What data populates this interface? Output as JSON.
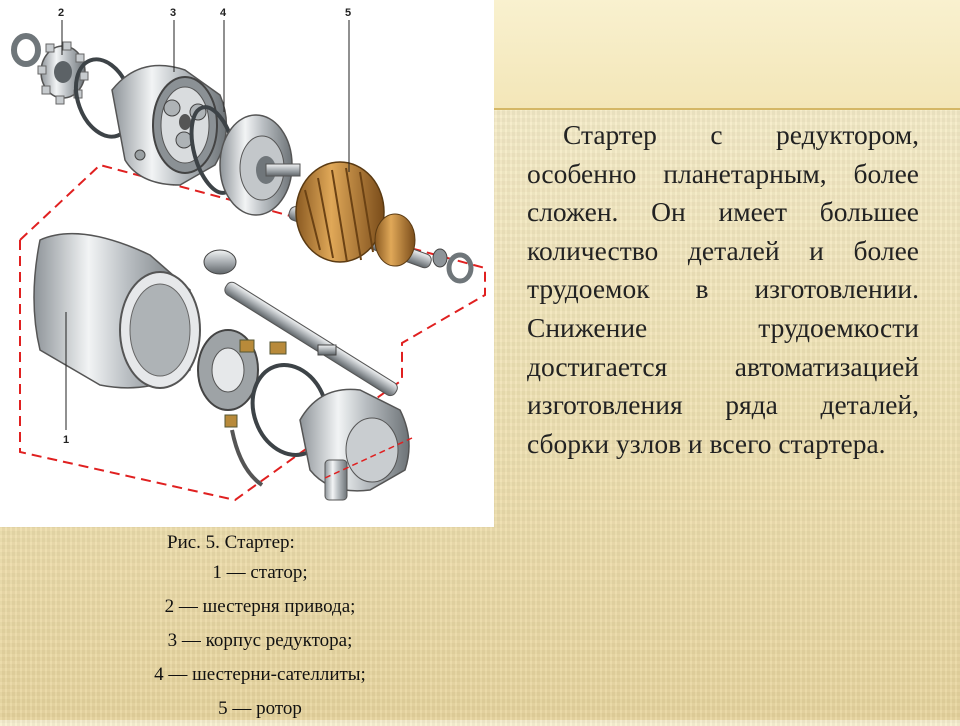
{
  "figure": {
    "part_numbers": [
      "2",
      "3",
      "4",
      "5",
      "1"
    ]
  },
  "body_text": "Стартер с редуктором, особенно планетарным, более сложен. Он имеет большее количество деталей и более трудоемок в изготовлении. Снижение трудоемкости достигается автоматизацией изготовления ряда деталей, сборки узлов и всего стартера.",
  "caption": {
    "title": "Рис. 5. Стартер:",
    "items": [
      "1 — статор;",
      "2 — шестерня привода;",
      "3 — корпус редуктора;",
      "4 — шестерни-сателлиты;",
      "5 — ротор"
    ]
  },
  "colors": {
    "background": "#efe1b2",
    "accent_rule": "#d4b766",
    "dashed_outline": "#e02020",
    "rotor_copper": "#c98a3a"
  }
}
